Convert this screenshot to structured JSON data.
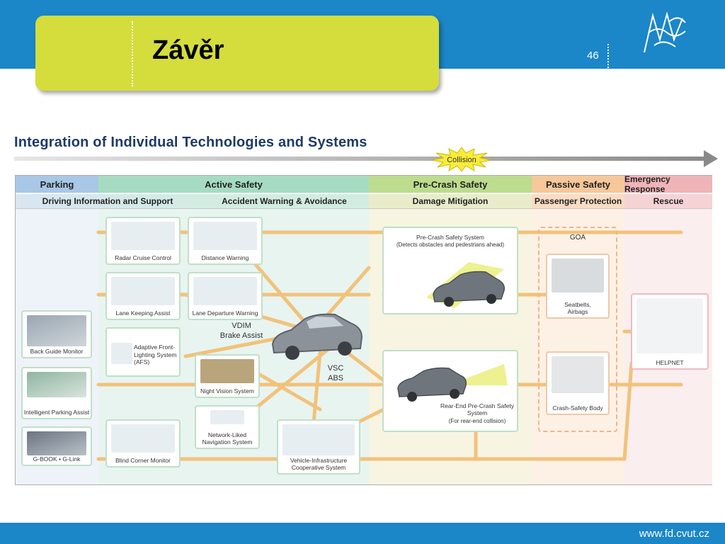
{
  "slide": {
    "title": "Závěr",
    "page_number": "46",
    "footer_url": "www.fd.cvut.cz"
  },
  "diagram": {
    "title": "Integration of Individual Technologies and Systems",
    "collision_label": "Collision",
    "sections": {
      "parking": "Parking",
      "active_safety": "Active Safety",
      "pre_crash": "Pre-Crash Safety",
      "passive_safety": "Passive Safety",
      "emergency": "Emergency Response"
    },
    "subsections": {
      "driving_info": "Driving Information and Support",
      "accident_warning": "Accident Warning & Avoidance",
      "damage_mitigation": "Damage Mitigation",
      "passenger_protection": "Passenger Protection",
      "rescue": "Rescue"
    },
    "systems": {
      "back_guide": "Back Guide Monitor",
      "parking_assist": "Intelligent Parking Assist",
      "gbook": "G-BOOK • G-Link",
      "radar_cruise": "Radar Cruise Control",
      "distance_warning": "Distance Warning",
      "lane_keeping": "Lane Keeping Assist",
      "lane_departure": "Lane Departure Warning",
      "afs": "Adaptive Front-Lighting System (AFS)",
      "night_vision": "Night Vision System",
      "navigation": "Network-Liked Navigation System",
      "blind_corner": "Blind Corner Monitor",
      "vdim": "VDIM",
      "brake_assist": "Brake Assist",
      "vsc": "VSC",
      "abs": "ABS",
      "vehicle_infra": "Vehicle-Infrastructure Cooperative System",
      "precrash_title": "Pre-Crash Safety System",
      "precrash_sub": "(Detects obstacles and pedestrians ahead)",
      "rearend_title": "Rear-End Pre-Crash Safety System",
      "rearend_sub": "(For rear-end collision)",
      "goa": "GOA",
      "seatbelts": "Seatbelts, Airbags",
      "crash_body": "Crash-Safety Body",
      "helpnet": "HELPNET"
    },
    "colors": {
      "slide_blue": "#1b86c8",
      "title_yellow": "#d4dd3c",
      "parking_col": "#eef3f9",
      "active_col": "#e8f4f0",
      "precrash_col": "#f7f4e2",
      "passive_col": "#fdf1e6",
      "emergency_col": "#fbeeee",
      "connector": "#f2c27a"
    }
  }
}
